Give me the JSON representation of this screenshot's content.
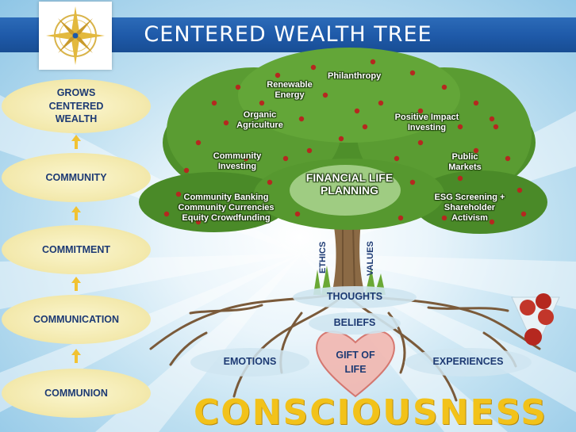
{
  "header": {
    "title": "CENTERED WEALTH TREE"
  },
  "ladder": {
    "items": [
      "GROWS CENTERED WEALTH",
      "COMMUNITY",
      "COMMITMENT",
      "COMMUNICATION",
      "COMMUNION"
    ]
  },
  "tree": {
    "center": "FINANCIAL LIFE PLANNING",
    "branches": [
      "Renewable Energy",
      "Philanthropy",
      "Organic Agriculture",
      "Positive Impact Investing",
      "Community Investing",
      "Public Markets",
      "Community Banking Community Currencies Equity Crowdfunding",
      "ESG Screening + Shareholder Activism"
    ],
    "trunk": {
      "left": "ETHICS",
      "right": "VALUES"
    }
  },
  "roots": {
    "thoughts": "THOUGHTS",
    "beliefs": "BELIEFS",
    "gift": "GIFT OF LIFE",
    "emotions": "EMOTIONS",
    "experiences": "EXPERIENCES"
  },
  "footer": {
    "word": "CONSCIOUSNESS"
  },
  "colors": {
    "banner": "#1e59a8",
    "ladder_text": "#1d3a73",
    "consciousness": "#f2c21a",
    "foliage": "#4e8f2a",
    "apple": "#b5281f"
  }
}
